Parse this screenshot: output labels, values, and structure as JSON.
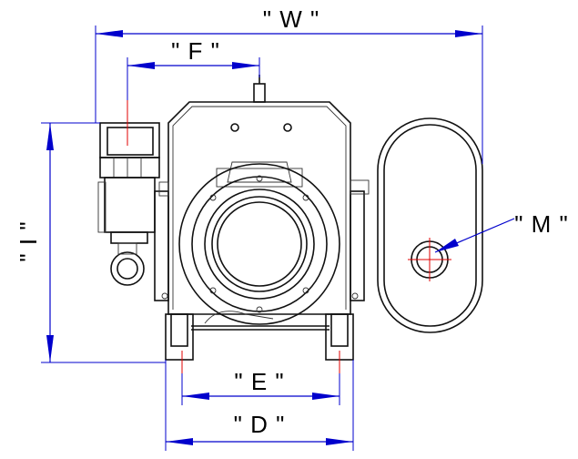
{
  "drawing": {
    "title": "Pump unit front view dimension drawing",
    "dimensions": [
      {
        "id": "W",
        "label": "\" W \""
      },
      {
        "id": "F",
        "label": "\" F \""
      },
      {
        "id": "I",
        "label": "\" I \""
      },
      {
        "id": "M",
        "label": "\" M \""
      },
      {
        "id": "E",
        "label": "\" E \""
      },
      {
        "id": "D",
        "label": "\" D \""
      }
    ],
    "colors": {
      "dimension": "#0000cc",
      "centerline": "#e00000",
      "outline": "#111111"
    }
  }
}
